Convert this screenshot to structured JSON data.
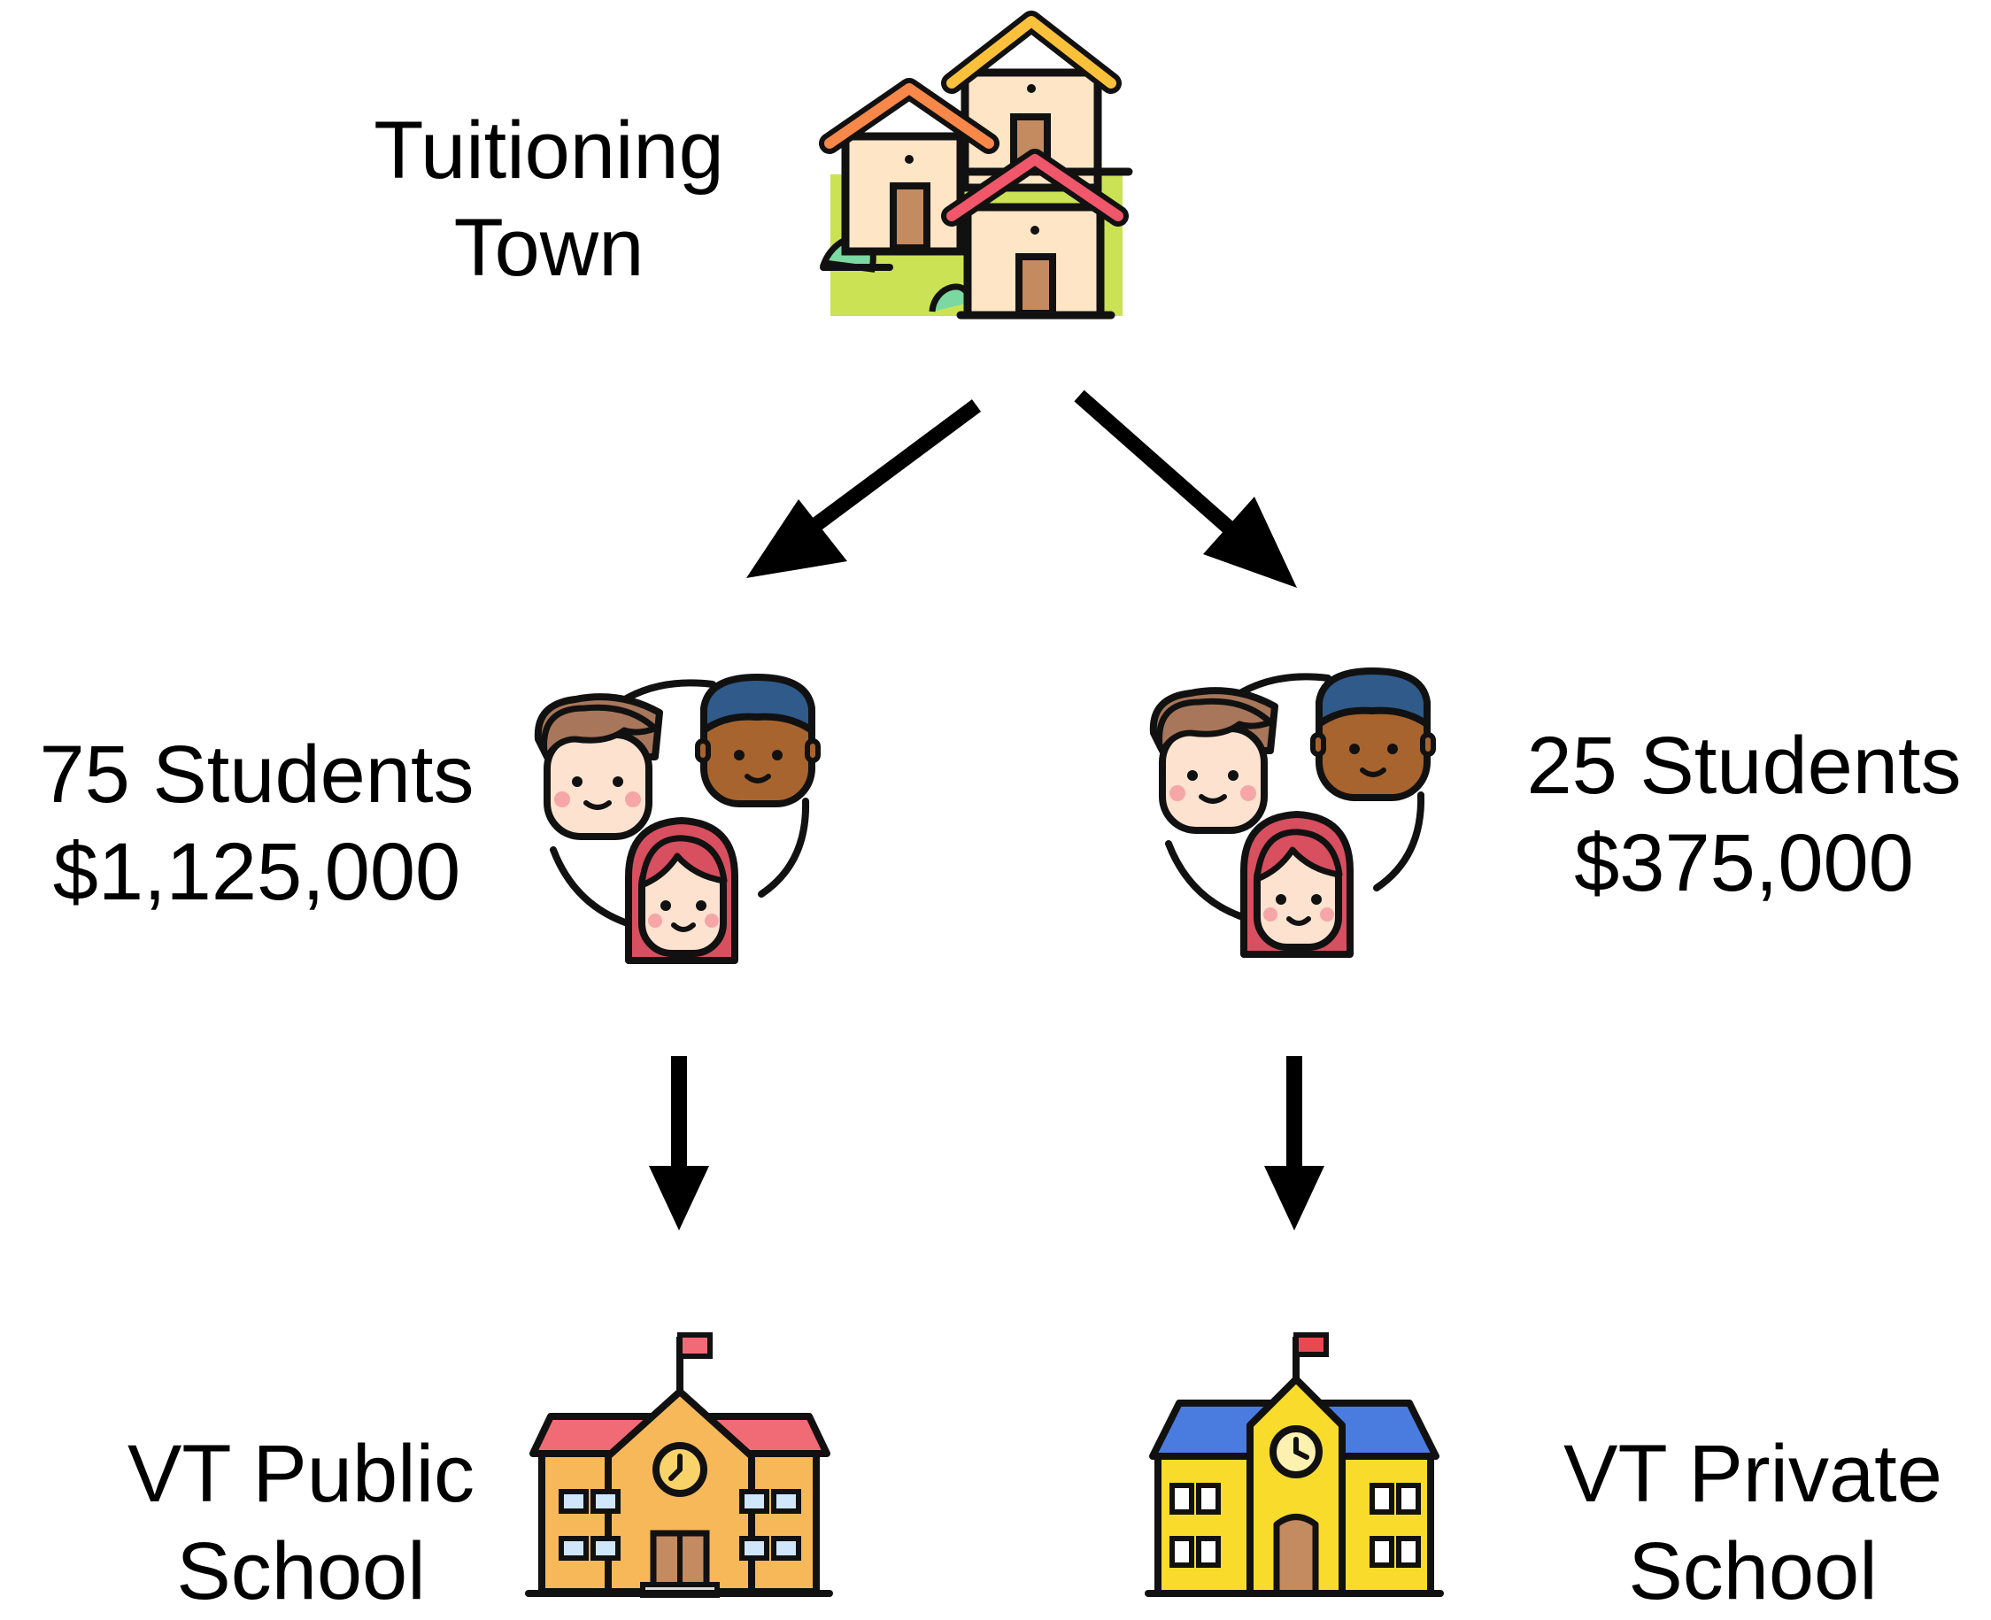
{
  "nodes": {
    "town": {
      "line1": "Tuitioning",
      "line2": "Town",
      "icon": "houses-icon"
    },
    "left_group": {
      "count": "75 Students",
      "amount": "$1,125,000",
      "icon": "students-group-icon"
    },
    "right_group": {
      "count": "25 Students",
      "amount": "$375,000",
      "icon": "students-group-icon"
    },
    "public_school": {
      "line1": "VT Public",
      "line2": "School",
      "icon": "school-building-icon",
      "roof_color": "#f06b76",
      "wall_color": "#f7b859"
    },
    "private_school": {
      "line1": "VT Private",
      "line2": "School",
      "icon": "school-building-icon",
      "roof_color": "#4a7ce0",
      "wall_color": "#f9dc2b"
    }
  },
  "edges": [
    {
      "from": "town",
      "to": "left_group",
      "icon": "arrow-down-left-icon"
    },
    {
      "from": "town",
      "to": "right_group",
      "icon": "arrow-down-right-icon"
    },
    {
      "from": "left_group",
      "to": "public_school",
      "icon": "arrow-down-icon"
    },
    {
      "from": "right_group",
      "to": "private_school",
      "icon": "arrow-down-icon"
    }
  ]
}
